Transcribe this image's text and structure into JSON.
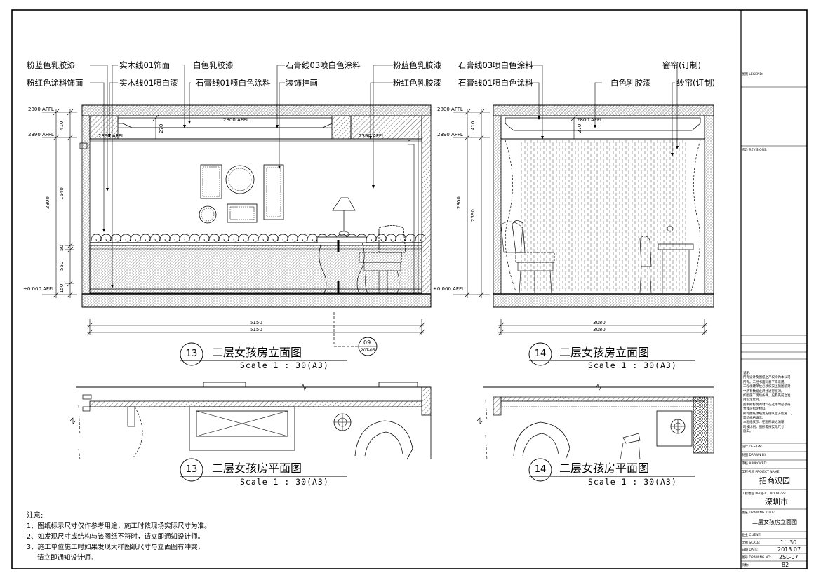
{
  "left_labels": {
    "l1": "粉蓝色乳胶漆",
    "l2": "粉红色涂料饰面",
    "l3": "实木线01饰面",
    "l4": "实木线01喷白漆",
    "l5": "白色乳胶漆",
    "l6": "石膏线01喷白色涂料",
    "l7": "石膏线03喷白色涂料",
    "l8": "装饰挂画",
    "l9": "粉蓝色乳胶漆",
    "l10": "粉红色乳胶漆"
  },
  "right_labels": {
    "r1": "石膏线03喷白色涂料",
    "r2": "石膏线01喷白色涂料",
    "r3": "窗帘(订制)",
    "r4": "白色乳胶漆",
    "r5": "纱帘(订制)"
  },
  "elev13_dims": {
    "lvl1": "2800 AFFL",
    "lvl2": "2390 AFFL",
    "lvl3": "±0.000 AFFL",
    "v1": "410",
    "v2": "2800",
    "v3": "1640",
    "v4": "50",
    "v5": "550",
    "v6": "150",
    "in1": "270",
    "in2": "2390 AFFL",
    "in3": "2800 AFFL",
    "in4": "2390 AFFL",
    "w1": "5150",
    "w2": "5150"
  },
  "elev14_dims": {
    "lvl1": "2800 AFFL",
    "lvl2": "2390 AFFL",
    "lvl3": "±0.000 AFFL",
    "v1": "410",
    "v2": "2800",
    "v3": "2390",
    "in1": "270",
    "in2": "2800 AFFL",
    "w1": "3080",
    "w2": "3080"
  },
  "titles": {
    "t13_num": "13",
    "t13_elev": "二层女孩房立面图",
    "t13_scale": "Scale 1 : 30(A3)",
    "t14_num": "14",
    "t14_elev": "二层女孩房立面图",
    "t14_scale": "Scale 1 : 30(A3)",
    "p13_num": "13",
    "p13_plan": "二层女孩房平面图",
    "p13_scale": "Scale 1 : 30(A3)",
    "p14_num": "14",
    "p14_plan": "二层女孩房平面图",
    "p14_scale": "Scale 1 : 30(A3)"
  },
  "section_marker": {
    "num": "09",
    "ref": "20T-05"
  },
  "notes": {
    "heading": "注意:",
    "n1": "1、图纸标示尺寸仅作参考用途，施工时依现场实际尺寸为准。",
    "n2": "2、如发现尺寸或结构与该图纸不符时，请立即通知设计师。",
    "n3": "3、施工单位施工时如果发现大样图纸尺寸与立面图有冲突，",
    "n4": "请立即通知设计师。"
  },
  "title_block": {
    "legend": "图例 LEGEND:",
    "revision": "修改 REVISIONS:",
    "remark_head": "说明:",
    "remark_1": "所有设计及图纸之产权均为本公司",
    "remark_2": "所有。未经书面同意不得采用。",
    "remark_3": "工程承建单位必须核实上施图纸对",
    "remark_4": "中所有数据之尺寸进行核对。",
    "remark_5": "如因施工现场条件，应及先前之准",
    "remark_6": "则设定比例。",
    "remark_7": "图中所标明的材料在选用时必须符",
    "remark_8": "合我司指定材料。",
    "remark_9": "所有图纸须经我方确认后方能施工，",
    "remark_10": "需新规格请示。",
    "remark_11": "本图纸仅示：在图形表达清晰",
    "remark_12": "时按比例，图形需按实际尺寸",
    "remark_13": "施工。",
    "design_k": "设计 DESIGN:",
    "drawn_k": "制图 DRAWN BY:",
    "check_k": "审核 APPROVED:",
    "project_k": "工程名称 PROJECT NAME:",
    "project_v": "招商观园",
    "address_k": "工程地址 PROJECT ADDRESS:",
    "address_v": "深圳市",
    "dtitle_k": "图名 DRAWING TITLE:",
    "dtitle_v": "二层女孩房立面图",
    "client_k": "业主 CLIENT:",
    "scale_k": "比例 SCALE:",
    "scale_v": "1：30",
    "date_k": "日期 DATE:",
    "date_v": "2013.07",
    "dno_k": "图号 DRAWING NO:",
    "dno_v": "2SL-07",
    "page_k": "页数:",
    "page_v": "82"
  }
}
